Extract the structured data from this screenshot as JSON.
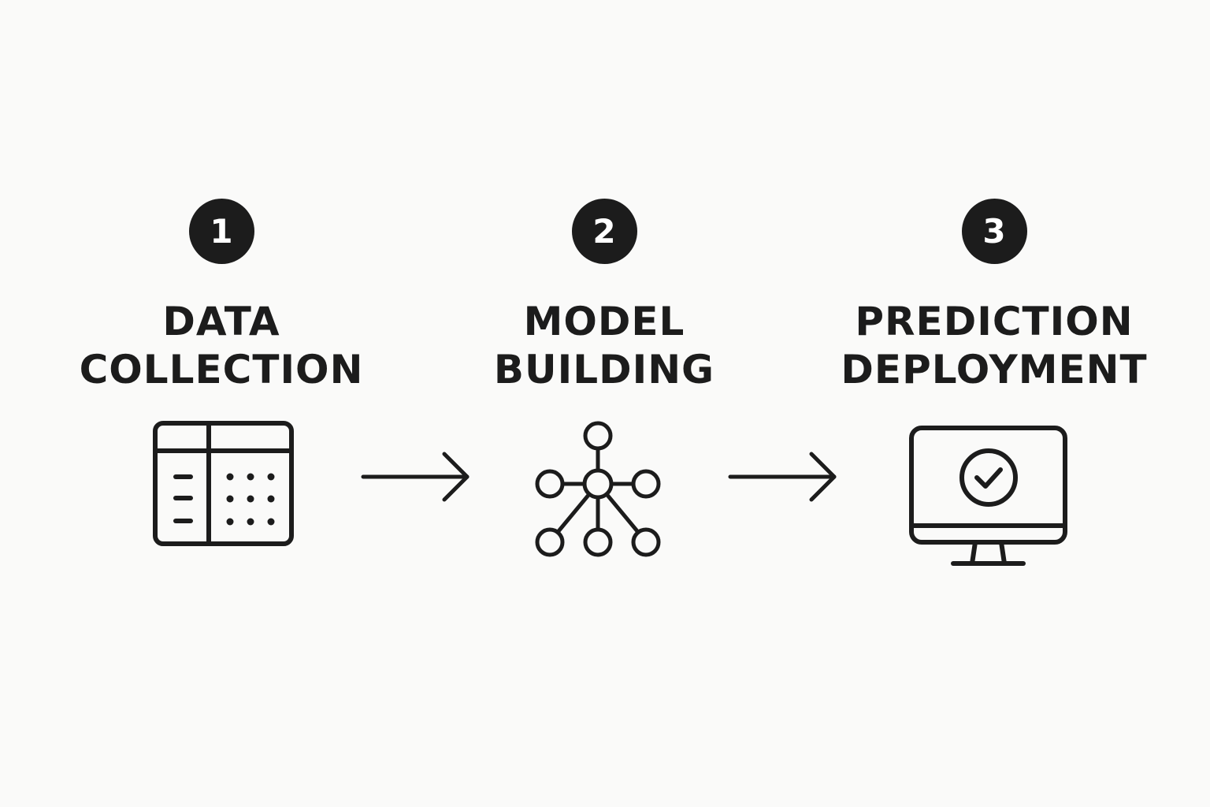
{
  "colors": {
    "background": "#fafaf9",
    "ink": "#1c1c1c",
    "badge_fill": "#1c1c1c",
    "badge_text": "#ffffff"
  },
  "steps": [
    {
      "number": "1",
      "title_line1": "DATA",
      "title_line2": "COLLECTION",
      "icon": "table-grid-icon"
    },
    {
      "number": "2",
      "title_line1": "MODEL",
      "title_line2": "BUILDING",
      "icon": "network-nodes-icon"
    },
    {
      "number": "3",
      "title_line1": "PREDICTION",
      "title_line2": "DEPLOYMENT",
      "icon": "monitor-check-icon"
    }
  ],
  "connectors": [
    {
      "icon": "right-arrow-icon"
    },
    {
      "icon": "right-arrow-icon"
    }
  ]
}
